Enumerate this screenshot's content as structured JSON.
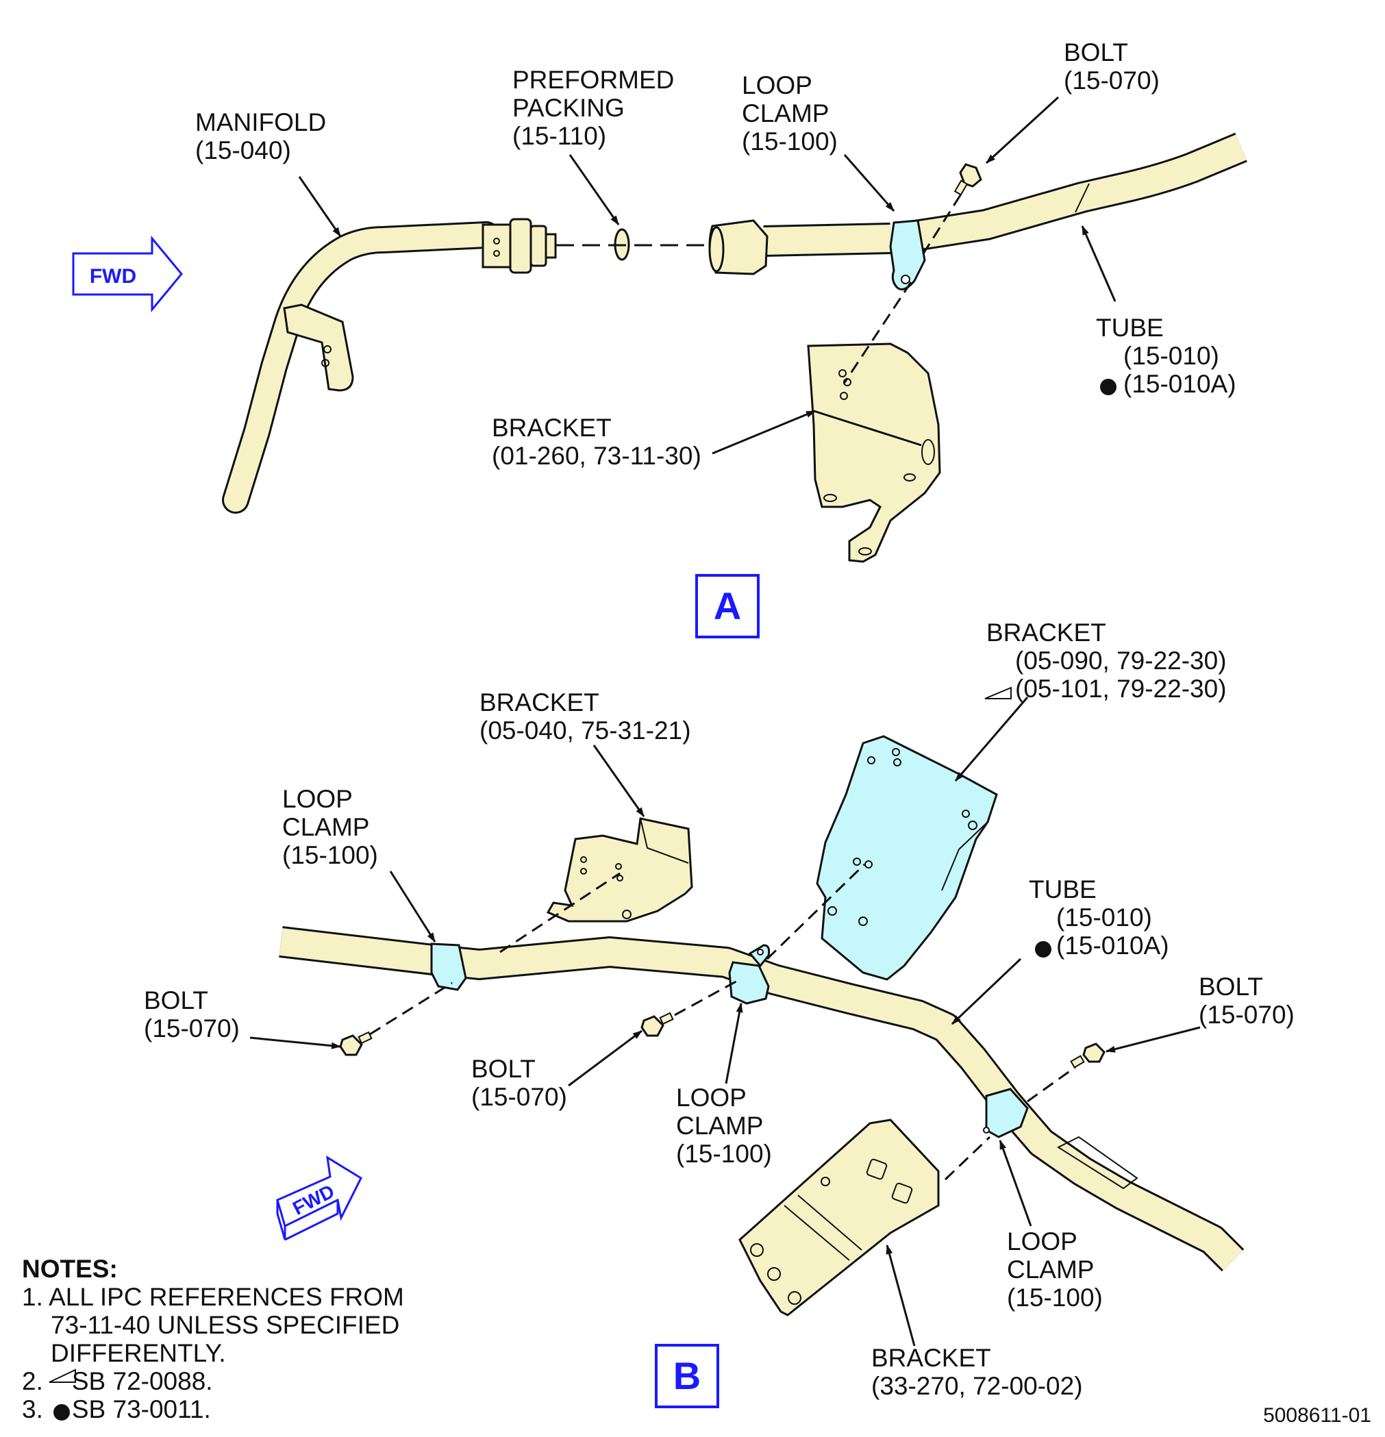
{
  "view_a": {
    "callout": "A",
    "fwd_label": "FWD",
    "manifold": {
      "line1": "MANIFOLD",
      "line2": "(15-040)"
    },
    "packing": {
      "line1": "PREFORMED",
      "line2": "PACKING",
      "line3": "(15-110)"
    },
    "loop_clamp": {
      "line1": "LOOP",
      "line2": "CLAMP",
      "line3": "(15-100)"
    },
    "bolt": {
      "line1": "BOLT",
      "line2": "(15-070)"
    },
    "tube": {
      "line1": "TUBE",
      "line2": "(15-010)",
      "line3": "(15-010A)"
    },
    "bracket": {
      "line1": "BRACKET",
      "line2": "(01-260, 73-11-30)"
    }
  },
  "view_b": {
    "callout": "B",
    "fwd_label": "FWD",
    "bracket_top_right": {
      "line1": "BRACKET",
      "line2": "(05-090, 79-22-30)",
      "line3": "(05-101, 79-22-30)"
    },
    "bracket_top": {
      "line1": "BRACKET",
      "line2": "(05-040, 75-31-21)"
    },
    "loop_clamp_left": {
      "line1": "LOOP",
      "line2": "CLAMP",
      "line3": "(15-100)"
    },
    "tube": {
      "line1": "TUBE",
      "line2": "(15-010)",
      "line3": "(15-010A)"
    },
    "bolt_left": {
      "line1": "BOLT",
      "line2": "(15-070)"
    },
    "bolt_right": {
      "line1": "BOLT",
      "line2": "(15-070)"
    },
    "bolt_center": {
      "line1": "BOLT",
      "line2": "(15-070)"
    },
    "loop_clamp_center": {
      "line1": "LOOP",
      "line2": "CLAMP",
      "line3": "(15-100)"
    },
    "loop_clamp_right": {
      "line1": "LOOP",
      "line2": "CLAMP",
      "line3": "(15-100)"
    },
    "bracket_bottom": {
      "line1": "BRACKET",
      "line2": "(33-270, 72-00-02)"
    }
  },
  "notes": {
    "title": "NOTES:",
    "n1_line1": "1. ALL IPC REFERENCES FROM",
    "n1_line2": "73-11-40 UNLESS SPECIFIED",
    "n1_line3": "DIFFERENTLY.",
    "n2": "SB 72-0088.",
    "n3": "SB 73-0011.",
    "n2_num": "2.",
    "n3_num": "3."
  },
  "document_number": "5008611-01",
  "colors": {
    "part_fill": "#f7f2c6",
    "highlight_fill": "#c6f8fb",
    "callout_blue": "#1a1aff",
    "line": "#111111"
  }
}
